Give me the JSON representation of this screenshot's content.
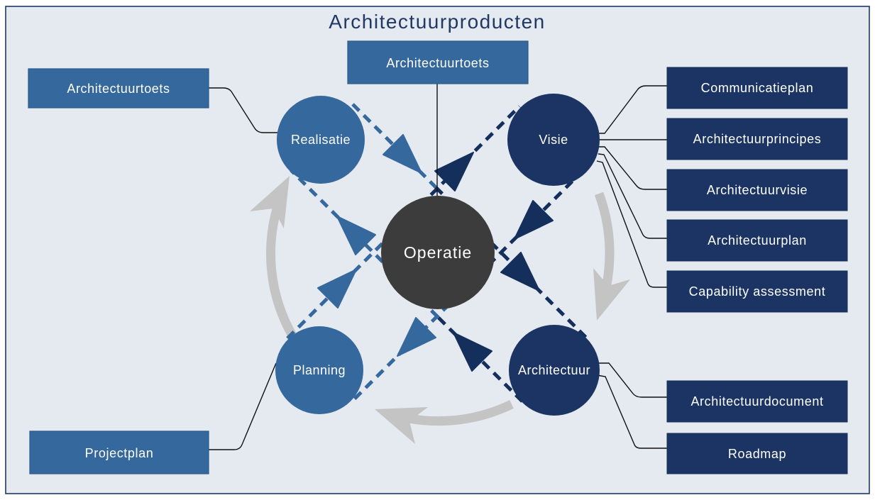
{
  "title": "Architectuurproducten",
  "colors": {
    "background": "#e5e9f0",
    "border": "#1f3864",
    "blue": "#35689c",
    "navy": "#1b3463",
    "dash_navy": "#142f5c",
    "center_dark": "#3c3c3c",
    "cycle_gray": "#c4c4c4",
    "connector_black": "#111111",
    "label_white": "#ffffff"
  },
  "cycle": {
    "center": {
      "label": "Operatie"
    },
    "phases": [
      {
        "label": "Realisatie"
      },
      {
        "label": "Visie"
      },
      {
        "label": "Planning"
      },
      {
        "label": "Architectuur"
      }
    ]
  },
  "products": {
    "architectuurtoets_top": "Architectuurtoets",
    "architectuurtoets_left": "Architectuurtoets",
    "projectplan": "Projectplan",
    "visie_products": [
      "Communicatieplan",
      "Architectuurprincipes",
      "Architectuurvisie",
      "Architectuurplan",
      "Capability assessment"
    ],
    "architectuur_products": [
      "Architectuurdocument",
      "Roadmap"
    ]
  }
}
